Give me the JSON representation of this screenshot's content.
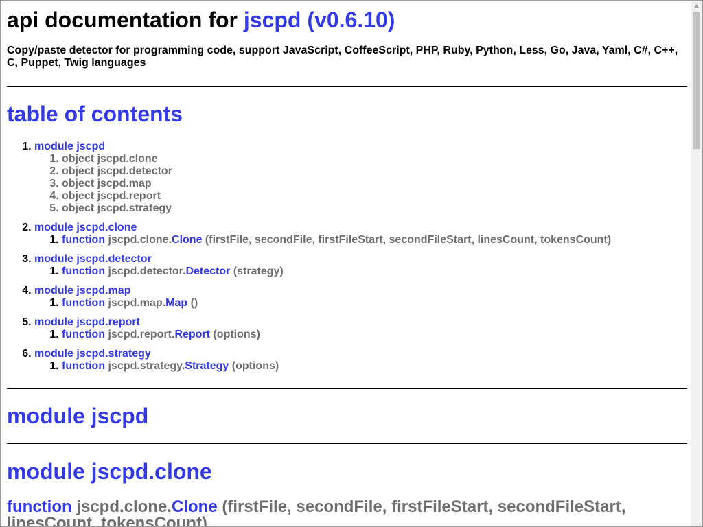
{
  "header": {
    "title_prefix": "api documentation for",
    "title_link": "jscpd (v0.6.10)",
    "description": "Copy/paste detector for programming code, support JavaScript, CoffeeScript, PHP, Ruby, Python, Less, Go, Java, Yaml, C#, C++, C, Puppet, Twig languages"
  },
  "toc": {
    "heading": "table of contents",
    "modules": [
      {
        "label": "module jscpd",
        "objects": [
          "object jscpd.clone",
          "object jscpd.detector",
          "object jscpd.map",
          "object jscpd.report",
          "object jscpd.strategy"
        ]
      },
      {
        "label": "module jscpd.clone",
        "fn": {
          "kw": "function",
          "path": "jscpd.clone.",
          "name": "Clone",
          "args": "(firstFile, secondFile, firstFileStart, secondFileStart, linesCount, tokensCount)"
        }
      },
      {
        "label": "module jscpd.detector",
        "fn": {
          "kw": "function",
          "path": "jscpd.detector.",
          "name": "Detector",
          "args": "(strategy)"
        }
      },
      {
        "label": "module jscpd.map",
        "fn": {
          "kw": "function",
          "path": "jscpd.map.",
          "name": "Map",
          "args": "()"
        }
      },
      {
        "label": "module jscpd.report",
        "fn": {
          "kw": "function",
          "path": "jscpd.report.",
          "name": "Report",
          "args": "(options)"
        }
      },
      {
        "label": "module jscpd.strategy",
        "fn": {
          "kw": "function",
          "path": "jscpd.strategy.",
          "name": "Strategy",
          "args": "(options)"
        }
      }
    ]
  },
  "sections": {
    "module_jscpd": "module jscpd",
    "module_jscpd_clone": "module jscpd.clone",
    "clone_fn": {
      "kw": "function",
      "path": "jscpd.clone.",
      "name": "Clone",
      "args": "(firstFile, secondFile, firstFileStart, secondFileStart, linesCount, tokensCount)"
    }
  }
}
